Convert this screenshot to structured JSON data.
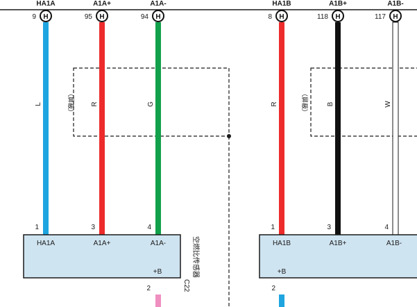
{
  "header_left": {
    "labels": [
      "HA1A",
      "A1A+",
      "A1A-"
    ],
    "pins": [
      "9",
      "95",
      "94"
    ]
  },
  "header_right": {
    "labels": [
      "HA1B",
      "A1B+",
      "A1B-"
    ],
    "pins": [
      "8",
      "118",
      "117"
    ]
  },
  "connector_letter": "H",
  "wires_left": [
    {
      "code": "L",
      "color": "#1ea5e0"
    },
    {
      "code": "R",
      "color": "#ee2b2b"
    },
    {
      "code": "G",
      "color": "#12a14b"
    }
  ],
  "wires_right": [
    {
      "code": "R",
      "color": "#ee2b2b"
    },
    {
      "code": "B",
      "color": "#111111"
    },
    {
      "code": "W",
      "color": "#ffffff"
    }
  ],
  "shield_label": "（屏蔽）",
  "sensor_left": {
    "terminals": [
      "HA1A",
      "A1A+",
      "A1A-"
    ],
    "pins": [
      "1",
      "3",
      "4"
    ],
    "plus_b": "+B",
    "plus_b_pin": "2",
    "connector_code": "C22",
    "name": "空燃比传感器",
    "lower_wire_color": "#ef8fc0"
  },
  "sensor_right": {
    "terminals": [
      "HA1B",
      "A1B+",
      "A1B-"
    ],
    "pins": [
      "1",
      "3",
      "4"
    ],
    "plus_b": "+B",
    "plus_b_pin": "2",
    "lower_wire_color": "#1ea5e0"
  },
  "colors": {
    "box_fill": "#cfe4f1",
    "box_stroke": "#1a1a1a",
    "line": "#1a1a1a"
  }
}
